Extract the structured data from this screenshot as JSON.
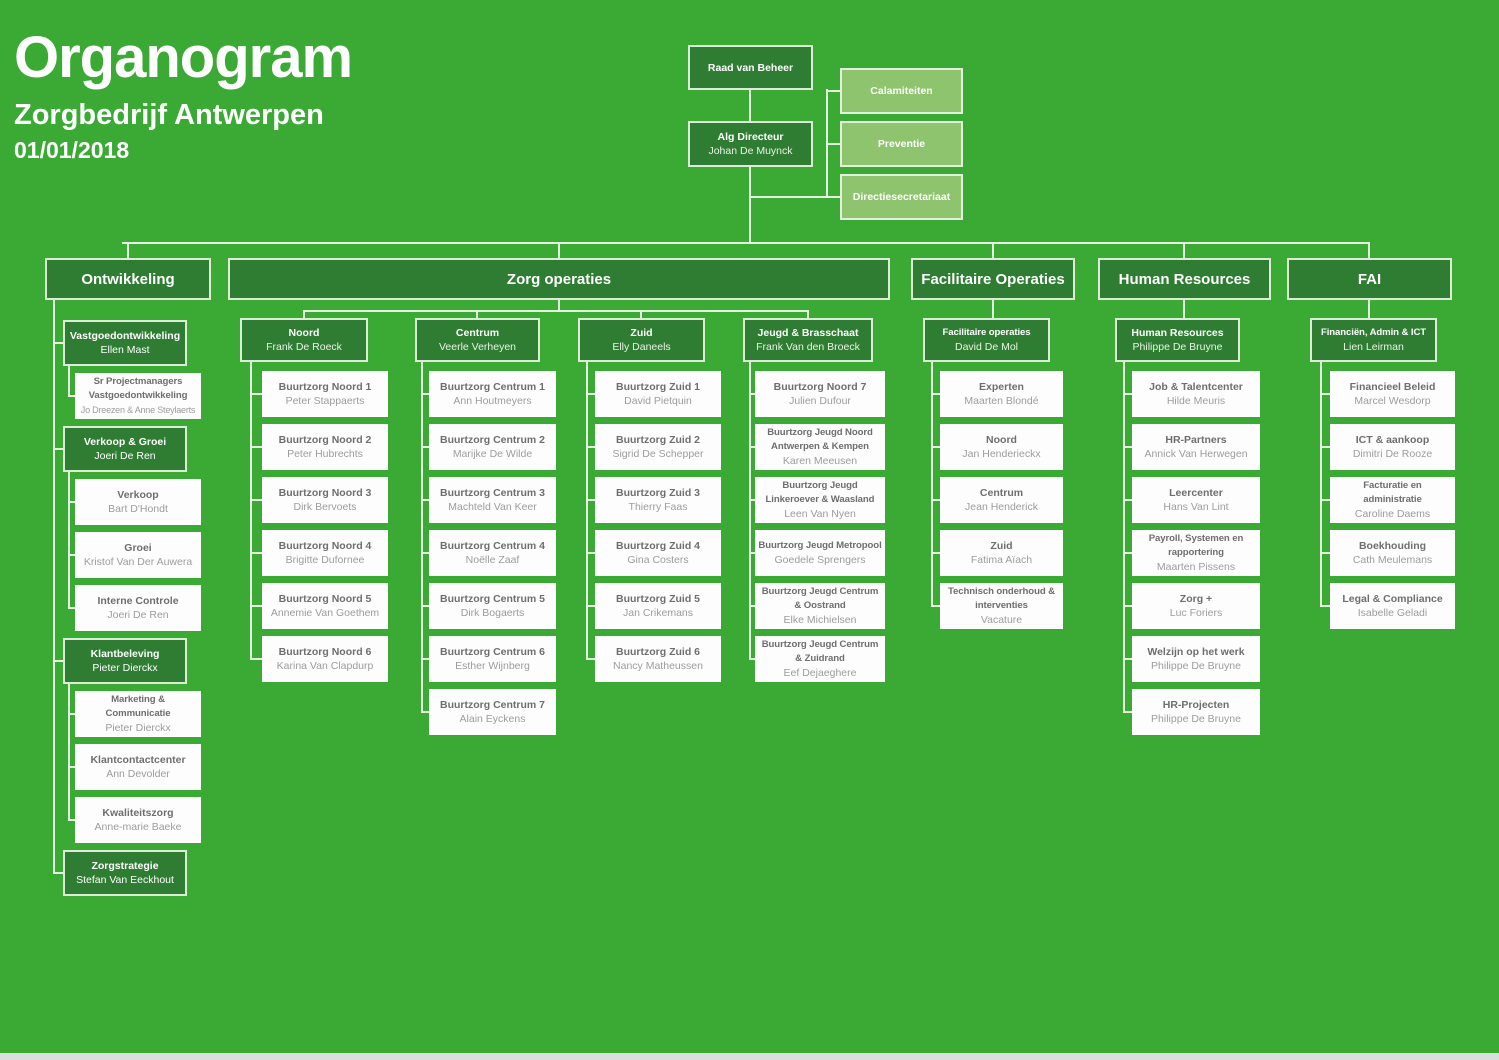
{
  "header": {
    "title": "Organogram",
    "subtitle": "Zorgbedrijf Antwerpen",
    "date": "01/01/2018"
  },
  "theme": {
    "background": "#3aaa35",
    "box_dark_green": "#2f7d33",
    "box_light_green": "#8ec46d",
    "box_white": "#fdfdfd",
    "connector_line": "#e6f2e0",
    "text_white": "#ffffff",
    "text_gray_title": "#6e6e6e",
    "text_gray_name": "#9c9c9c"
  },
  "top": {
    "board": "Raad van Beheer",
    "director": {
      "title": "Alg Directeur",
      "name": "Johan De Muynck"
    },
    "staff": [
      "Calamiteiten",
      "Preventie",
      "Directiesecretariaat"
    ]
  },
  "departments": [
    {
      "id": "ontwikkeling",
      "label": "Ontwikkeling"
    },
    {
      "id": "zorg",
      "label": "Zorg operaties"
    },
    {
      "id": "facilitaire",
      "label": "Facilitaire Operaties"
    },
    {
      "id": "hr",
      "label": "Human Resources"
    },
    {
      "id": "fai",
      "label": "FAI"
    }
  ],
  "columns": [
    {
      "id": "ontwikkeling",
      "dept": "ontwikkeling",
      "nodes": [
        {
          "title": "Vastgoedontwikkeling",
          "name": "Ellen Mast",
          "style": "green",
          "level": 1
        },
        {
          "title": "Sr Projectmanagers Vastgoedontwikkeling",
          "name": "Jo Dreezen & Anne Steylaerts",
          "style": "white",
          "level": 2
        },
        {
          "title": "Verkoop & Groei",
          "name": "Joeri De Ren",
          "style": "green",
          "level": 1
        },
        {
          "title": "Verkoop",
          "name": "Bart D'Hondt",
          "style": "white",
          "level": 2
        },
        {
          "title": "Groei",
          "name": "Kristof Van Der Auwera",
          "style": "white",
          "level": 2
        },
        {
          "title": "Interne Controle",
          "name": "Joeri De Ren",
          "style": "white",
          "level": 2
        },
        {
          "title": "Klantbeleving",
          "name": "Pieter Dierckx",
          "style": "green",
          "level": 1
        },
        {
          "title": "Marketing & Communicatie",
          "name": "Pieter Dierckx",
          "style": "white",
          "level": 2
        },
        {
          "title": "Klantcontactcenter",
          "name": "Ann Devolder",
          "style": "white",
          "level": 2
        },
        {
          "title": "Kwaliteitszorg",
          "name": "Anne-marie Baeke",
          "style": "white",
          "level": 2
        },
        {
          "title": "Zorgstrategie",
          "name": "Stefan Van Eeckhout",
          "style": "green",
          "level": 1
        }
      ]
    },
    {
      "id": "noord",
      "dept": "zorg",
      "head": {
        "title": "Noord",
        "name": "Frank De Roeck"
      },
      "nodes": [
        {
          "title": "Buurtzorg Noord 1",
          "name": "Peter Stappaerts"
        },
        {
          "title": "Buurtzorg Noord 2",
          "name": "Peter Hubrechts"
        },
        {
          "title": "Buurtzorg Noord 3",
          "name": "Dirk Bervoets"
        },
        {
          "title": "Buurtzorg Noord 4",
          "name": "Brigitte Dufornee"
        },
        {
          "title": "Buurtzorg Noord 5",
          "name": "Annemie Van Goethem"
        },
        {
          "title": "Buurtzorg Noord 6",
          "name": "Karina Van Clapdurp"
        }
      ]
    },
    {
      "id": "centrum",
      "dept": "zorg",
      "head": {
        "title": "Centrum",
        "name": "Veerle Verheyen"
      },
      "nodes": [
        {
          "title": "Buurtzorg Centrum 1",
          "name": "Ann Houtmeyers"
        },
        {
          "title": "Buurtzorg Centrum 2",
          "name": "Marijke De Wilde"
        },
        {
          "title": "Buurtzorg Centrum 3",
          "name": "Machteld Van Keer"
        },
        {
          "title": "Buurtzorg Centrum 4",
          "name": "Noëlle Zaaf"
        },
        {
          "title": "Buurtzorg Centrum 5",
          "name": "Dirk Bogaerts"
        },
        {
          "title": "Buurtzorg Centrum 6",
          "name": "Esther Wijnberg"
        },
        {
          "title": "Buurtzorg Centrum 7",
          "name": "Alain Eyckens"
        }
      ]
    },
    {
      "id": "zuid",
      "dept": "zorg",
      "head": {
        "title": "Zuid",
        "name": "Elly Daneels"
      },
      "nodes": [
        {
          "title": "Buurtzorg Zuid 1",
          "name": "David Pietquin"
        },
        {
          "title": "Buurtzorg Zuid 2",
          "name": "Sigrid De Schepper"
        },
        {
          "title": "Buurtzorg Zuid 3",
          "name": "Thierry Faas"
        },
        {
          "title": "Buurtzorg Zuid 4",
          "name": "Gina Costers"
        },
        {
          "title": "Buurtzorg Zuid 5",
          "name": "Jan Crikemans"
        },
        {
          "title": "Buurtzorg Zuid 6",
          "name": "Nancy Matheussen"
        }
      ]
    },
    {
      "id": "jeugd",
      "dept": "zorg",
      "head": {
        "title": "Jeugd & Brasschaat",
        "name": "Frank Van den Broeck"
      },
      "nodes": [
        {
          "title": "Buurtzorg Noord 7",
          "name": "Julien Dufour"
        },
        {
          "title": "Buurtzorg Jeugd Noord Antwerpen & Kempen",
          "name": "Karen Meeusen"
        },
        {
          "title": "Buurtzorg Jeugd Linkeroever & Waasland",
          "name": "Leen Van Nyen"
        },
        {
          "title": "Buurtzorg Jeugd Metropool",
          "name": "Goedele Sprengers"
        },
        {
          "title": "Buurtzorg Jeugd Centrum & Oostrand",
          "name": "Elke Michielsen"
        },
        {
          "title": "Buurtzorg Jeugd Centrum & Zuidrand",
          "name": "Eef Dejaeghere"
        }
      ]
    },
    {
      "id": "facilitaire",
      "dept": "facilitaire",
      "head": {
        "title": "Facilitaire operaties",
        "name": "David De Mol"
      },
      "nodes": [
        {
          "title": "Experten",
          "name": "Maarten Blondé"
        },
        {
          "title": "Noord",
          "name": "Jan Henderieckx"
        },
        {
          "title": "Centrum",
          "name": "Jean Henderick"
        },
        {
          "title": "Zuid",
          "name": "Fatima Aïach"
        },
        {
          "title": "Technisch onderhoud & interventies",
          "name": "Vacature"
        }
      ]
    },
    {
      "id": "hr",
      "dept": "hr",
      "head": {
        "title": "Human Resources",
        "name": "Philippe De Bruyne"
      },
      "nodes": [
        {
          "title": "Job & Talentcenter",
          "name": "Hilde Meuris"
        },
        {
          "title": "HR-Partners",
          "name": "Annick Van Herwegen"
        },
        {
          "title": "Leercenter",
          "name": "Hans Van Lint"
        },
        {
          "title": "Payroll, Systemen en rapportering",
          "name": "Maarten Pissens"
        },
        {
          "title": "Zorg +",
          "name": "Luc Foriers"
        },
        {
          "title": "Welzijn op het werk",
          "name": "Philippe De Bruyne"
        },
        {
          "title": "HR-Projecten",
          "name": "Philippe De Bruyne"
        }
      ]
    },
    {
      "id": "fai",
      "dept": "fai",
      "head": {
        "title": "Financiën, Admin & ICT",
        "name": "Lien Leirman"
      },
      "nodes": [
        {
          "title": "Financieel Beleid",
          "name": "Marcel Wesdorp"
        },
        {
          "title": "ICT & aankoop",
          "name": "Dimitri De Rooze"
        },
        {
          "title": "Facturatie en administratie",
          "name": "Caroline Daems"
        },
        {
          "title": "Boekhouding",
          "name": "Cath Meulemans"
        },
        {
          "title": "Legal & Compliance",
          "name": "Isabelle Geladi"
        }
      ]
    }
  ]
}
